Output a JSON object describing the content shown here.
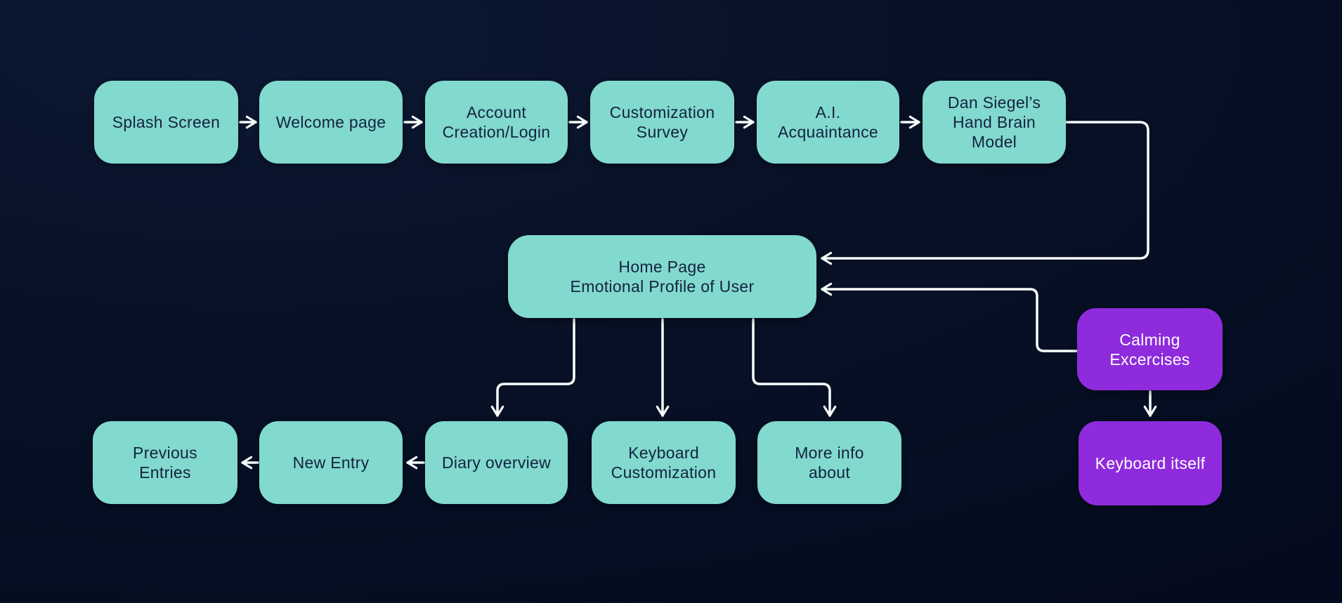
{
  "diagram": {
    "type": "flowchart",
    "colors": {
      "background": "#081126",
      "node_primary": "#82d9ce",
      "node_accent": "#8e2bdd",
      "node_text_dark": "#14233f",
      "node_text_light": "#ffffff",
      "connector": "#f8fffd"
    },
    "nodes": {
      "splash_screen": {
        "label": "Splash Screen",
        "type": "primary"
      },
      "welcome_page": {
        "label": "Welcome page",
        "type": "primary"
      },
      "account_creation": {
        "label": "Account\nCreation/Login",
        "type": "primary"
      },
      "customization_survey": {
        "label": "Customization\nSurvey",
        "type": "primary"
      },
      "ai_acquaintance": {
        "label": "A.I.\nAcquaintance",
        "type": "primary"
      },
      "dan_siegel": {
        "label": "Dan Siegel’s\nHand Brain\nModel",
        "type": "primary"
      },
      "home_page": {
        "label": "Home Page\nEmotional Profile of User",
        "type": "primary"
      },
      "previous_entries": {
        "label": "Previous\nEntries",
        "type": "primary"
      },
      "new_entry": {
        "label": "New Entry",
        "type": "primary"
      },
      "diary_overview": {
        "label": "Diary overview",
        "type": "primary"
      },
      "keyboard_customization": {
        "label": "Keyboard\nCustomization",
        "type": "primary"
      },
      "more_info": {
        "label": "More info\nabout",
        "type": "primary"
      },
      "calming_exercises": {
        "label": "Calming\nExcercises",
        "type": "accent"
      },
      "keyboard_itself": {
        "label": "Keyboard itself",
        "type": "accent"
      }
    },
    "edges": [
      {
        "from": "splash_screen",
        "to": "welcome_page"
      },
      {
        "from": "welcome_page",
        "to": "account_creation"
      },
      {
        "from": "account_creation",
        "to": "customization_survey"
      },
      {
        "from": "customization_survey",
        "to": "ai_acquaintance"
      },
      {
        "from": "ai_acquaintance",
        "to": "dan_siegel"
      },
      {
        "from": "dan_siegel",
        "to": "home_page"
      },
      {
        "from": "calming_exercises",
        "to": "home_page"
      },
      {
        "from": "home_page",
        "to": "diary_overview"
      },
      {
        "from": "home_page",
        "to": "keyboard_customization"
      },
      {
        "from": "home_page",
        "to": "more_info"
      },
      {
        "from": "diary_overview",
        "to": "new_entry"
      },
      {
        "from": "new_entry",
        "to": "previous_entries"
      },
      {
        "from": "calming_exercises",
        "to": "keyboard_itself"
      }
    ]
  }
}
